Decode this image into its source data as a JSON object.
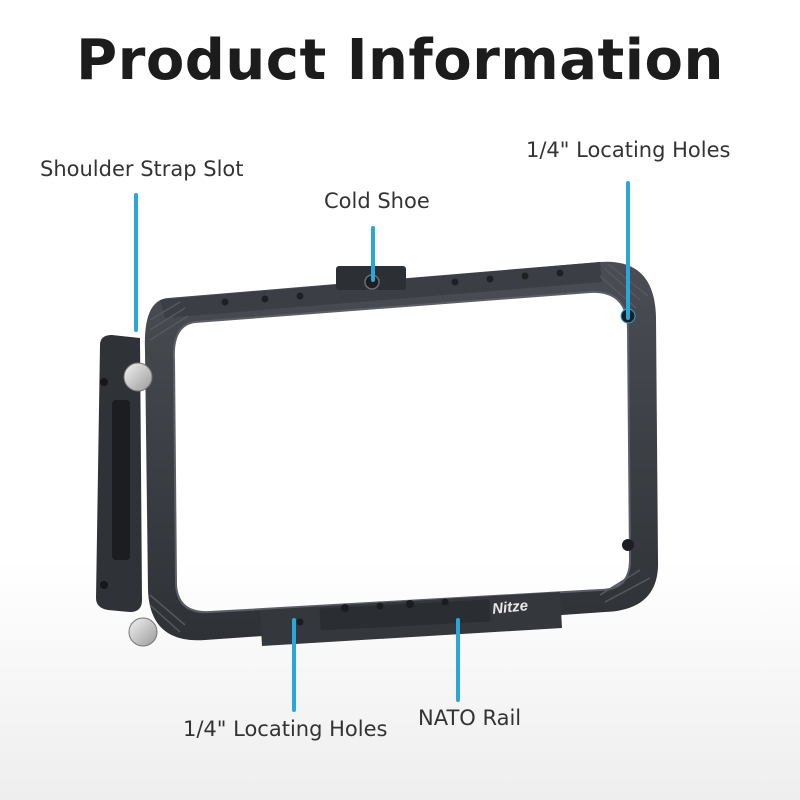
{
  "title": "Product Information",
  "callouts": {
    "shoulder_strap_slot": "Shoulder Strap Slot",
    "cold_shoe": "Cold Shoe",
    "locating_holes_top": "1/4\" Locating Holes",
    "locating_holes_bottom": "1/4\" Locating Holes",
    "nato_rail": "NATO Rail"
  },
  "brand_logo": "Nitze",
  "colors": {
    "callout_line": "#2aa7d8",
    "frame": "#3a3d42",
    "title": "#1c1c1c"
  }
}
